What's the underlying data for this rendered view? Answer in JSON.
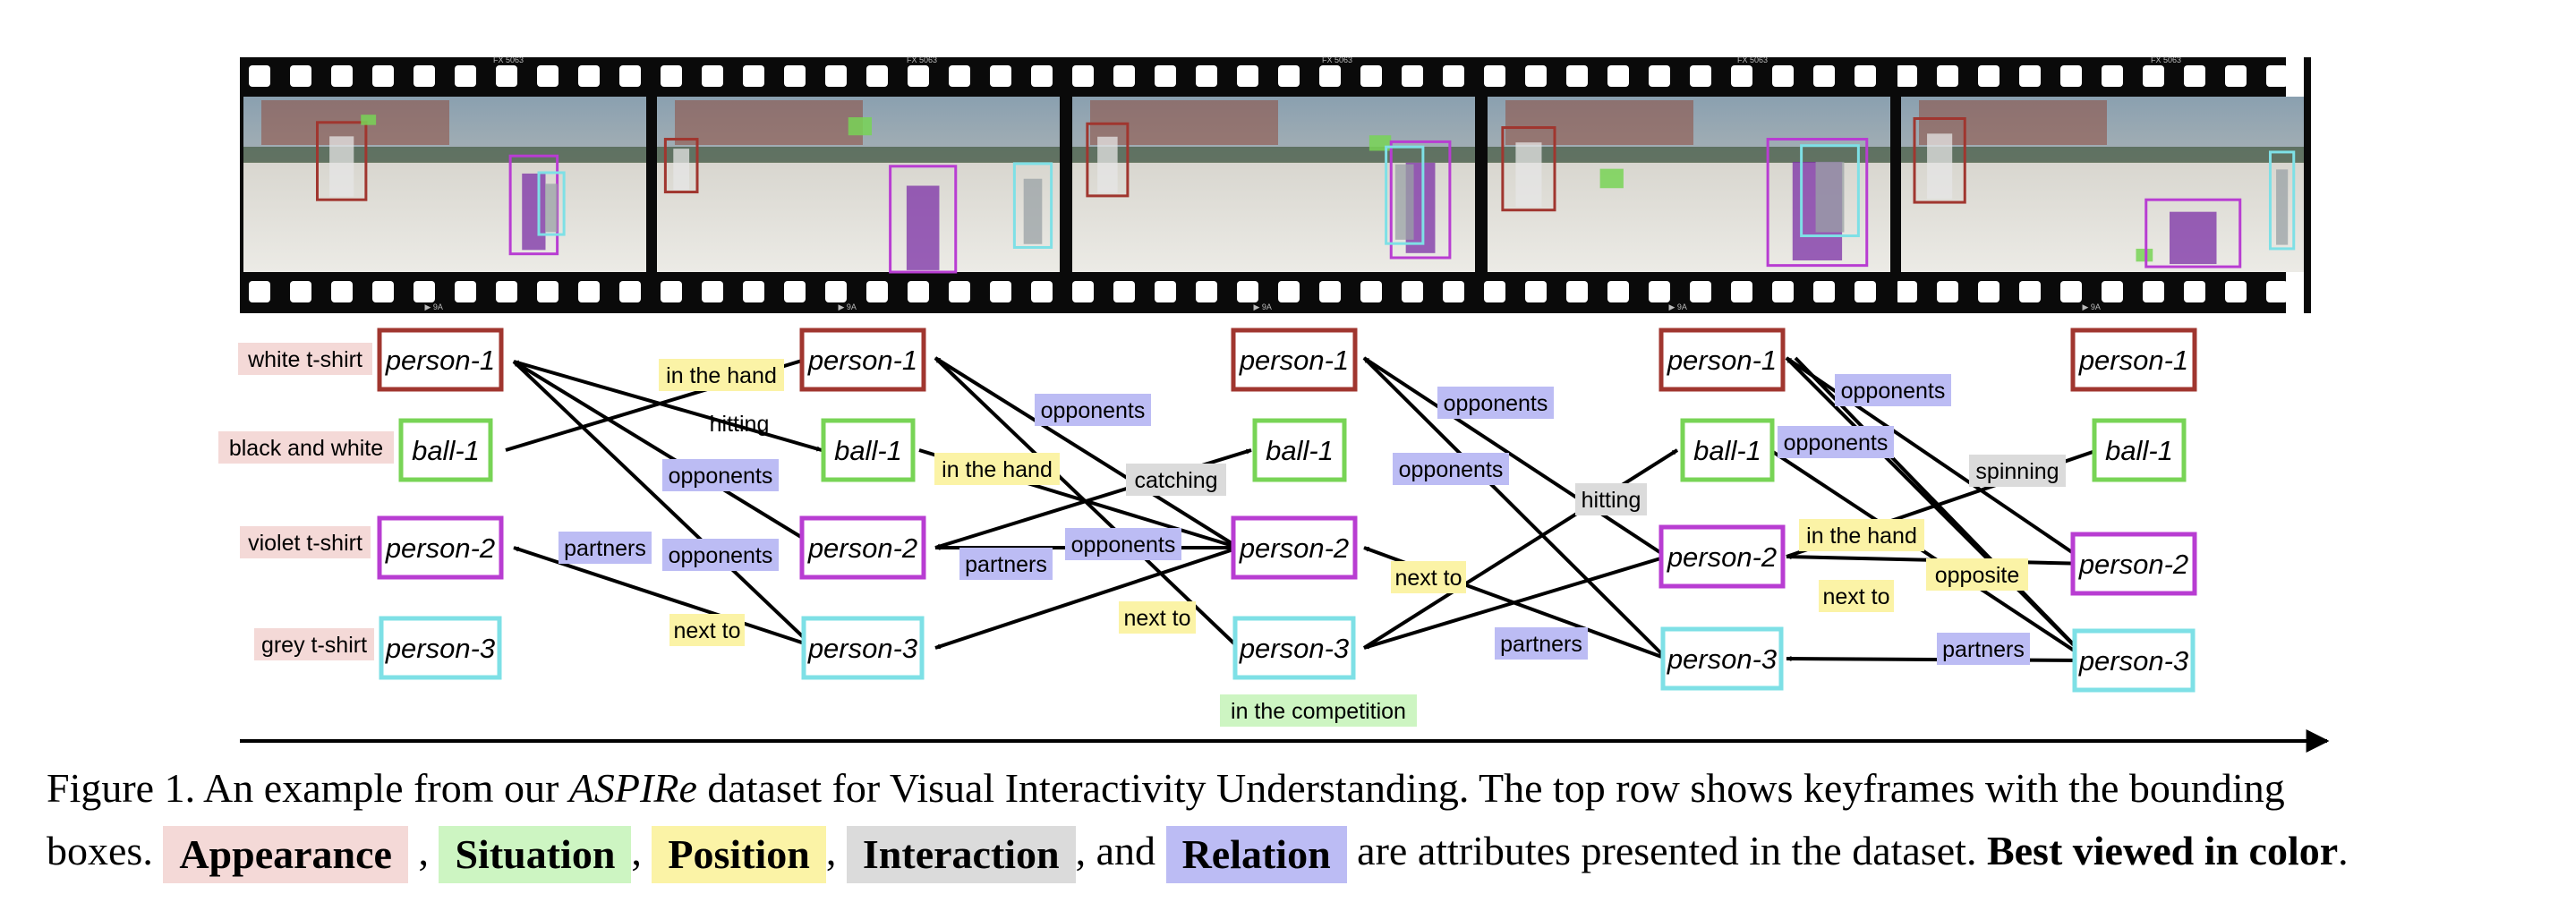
{
  "colors": {
    "person1": "#a0362f",
    "ball": "#78d456",
    "person2": "#b83dd2",
    "person3": "#7ee0e6",
    "appearance_bg": "#f4d9d7",
    "situation_bg": "#cdf5c2",
    "position_bg": "#fbf3a6",
    "interaction_bg": "#dbdbdb",
    "relation_bg": "#bcbcf4",
    "film": "#0a0a0a"
  },
  "film_strip": {
    "frame_markings_top": "FX 5063",
    "frame_markings_bottom": "9A"
  },
  "appearance_labels": [
    "white t-shirt",
    "black and white",
    "violet t-shirt",
    "grey t-shirt"
  ],
  "node_labels": [
    "person-1",
    "ball-1",
    "person-2",
    "person-3"
  ],
  "edge_labels": {
    "in_the_hand_1": "in the hand",
    "hitting_1": "hitting",
    "opponents_1": "opponents",
    "partners_1": "partners",
    "opponents_2": "opponents",
    "next_to_1": "next to",
    "opponents_3": "opponents",
    "in_the_hand_2": "in the hand",
    "catching": "catching",
    "opponents_4": "opponents",
    "partners_2": "partners",
    "next_to_2": "next to",
    "in_the_competition": "in the competition",
    "opponents_5": "opponents",
    "opponents_6": "opponents",
    "hitting_2": "hitting",
    "next_to_3": "next to",
    "partners_3": "partners",
    "opponents_7": "opponents",
    "opponents_8": "opponents",
    "spinning": "spinning",
    "in_the_hand_3": "in the hand",
    "opposite": "opposite",
    "next_to_4": "next to",
    "partners_4": "partners"
  },
  "caption": {
    "line1_prefix": "Figure 1. An example from our ",
    "dataset_name": "ASPIRe",
    "line1_suffix": " dataset for Visual Interactivity Understanding. The top row shows keyframes with the bounding",
    "line2_start": "boxes.",
    "appearance": "Appearance",
    "situation": "Situation",
    "position": "Position",
    "interaction": "Interaction",
    "and_text": ", and",
    "relation": "Relation",
    "line2_end": " are attributes presented in the dataset.",
    "best_viewed": "Best viewed in color",
    "period": "."
  }
}
